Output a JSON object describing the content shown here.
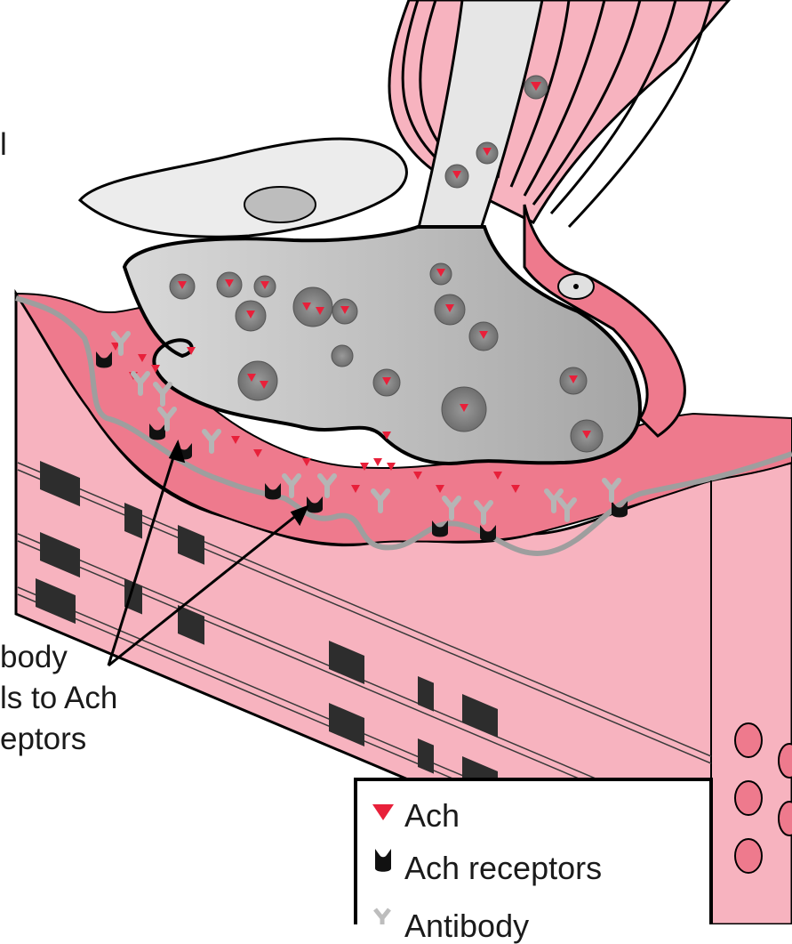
{
  "annotation": {
    "lines": [
      "body",
      "ls to Ach",
      "eptors"
    ]
  },
  "top_left_fragment": "l",
  "legend": {
    "items": [
      {
        "label": "Ach",
        "icon": "red-triangle-icon",
        "color": "#e8203a"
      },
      {
        "label": "Ach receptors",
        "icon": "receptor-icon",
        "color": "#111111"
      },
      {
        "label": "Antibody",
        "icon": "antibody-icon",
        "color": "#bdbdbd"
      }
    ]
  },
  "colors": {
    "muscle": "#f7b3bf",
    "muscle_dark": "#ee7a8d",
    "nerve_fill": "#d0d0d0",
    "ach": "#e8203a",
    "receptor": "#111111",
    "antibody": "#bdbdbd"
  }
}
